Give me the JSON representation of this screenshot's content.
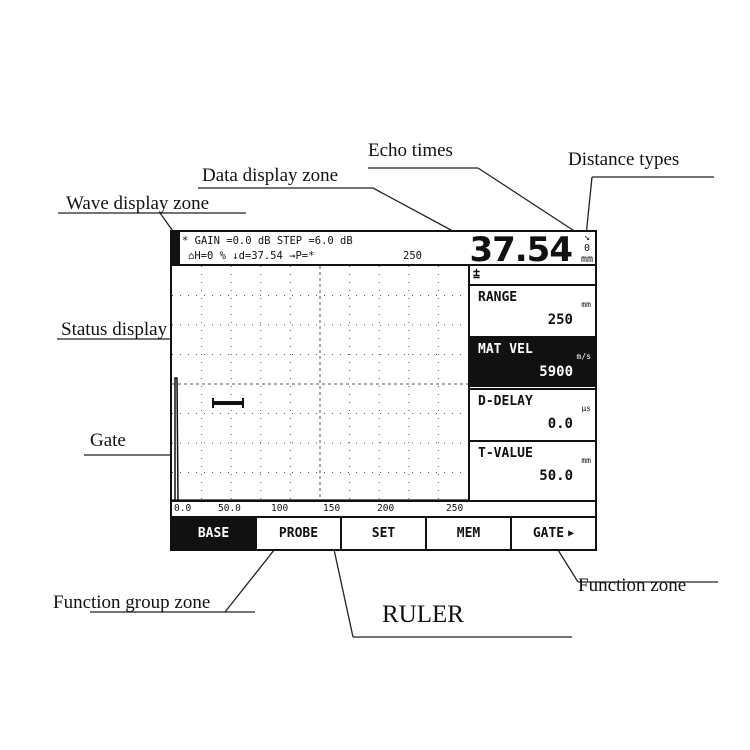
{
  "callouts": {
    "echo_times": "Echo times",
    "distance_types": "Distance types",
    "data_display_zone": "Data display zone",
    "wave_display_zone": "Wave display zone",
    "status_display_zone": "Status display zone",
    "gate": "Gate",
    "function_zone": "Function zone",
    "function_group_zone": "Function group zone",
    "ruler": "RULER"
  },
  "status": {
    "line1": "* GAIN =0.0  dB STEP =6.0 dB",
    "line2": "⌂H=0 %  ↓d=37.54  →P=*",
    "range": "250"
  },
  "reading": "37.54",
  "distance_type": {
    "symbol": "↘",
    "value": "0",
    "unit": "mm"
  },
  "echo_icon": "⩲",
  "function_items": [
    {
      "label": "RANGE",
      "unit": "mm",
      "value": "250",
      "active": false
    },
    {
      "label": "MAT VEL",
      "unit": "m/s",
      "value": "5900",
      "active": true
    },
    {
      "label": "D-DELAY",
      "unit": "µs",
      "value": "0.0",
      "active": false
    },
    {
      "label": "T-VALUE",
      "unit": "mm",
      "value": "50.0",
      "active": false
    }
  ],
  "ruler_ticks": [
    "0.0",
    "50.0",
    "100",
    "150",
    "200",
    "250"
  ],
  "function_groups": [
    "BASE",
    "PROBE",
    "SET",
    "MEM",
    "GATE"
  ],
  "active_group": "BASE",
  "colors": {
    "ink": "#111111",
    "background": "#ffffff"
  }
}
